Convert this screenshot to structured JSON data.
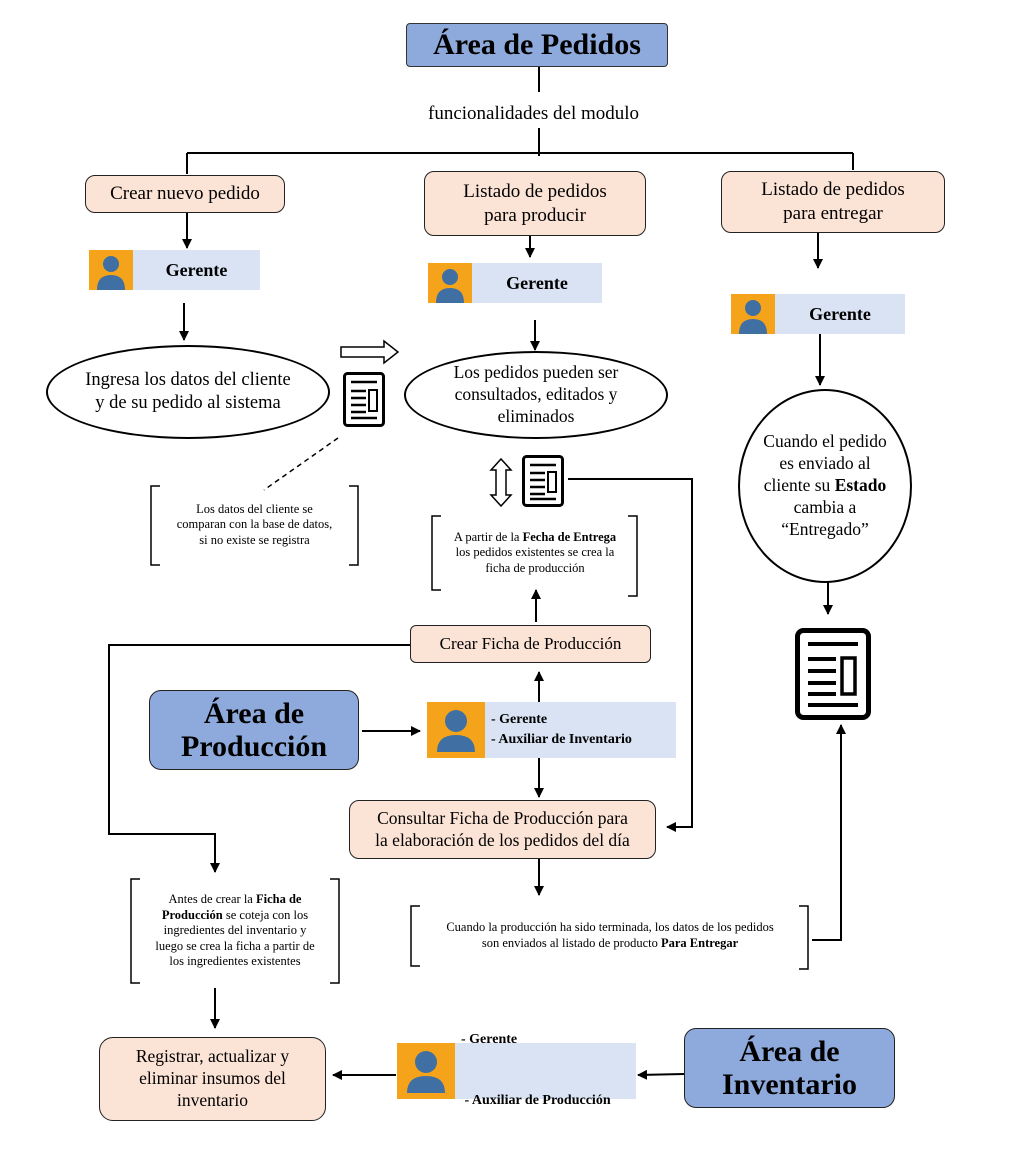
{
  "header": {
    "title": "Área de Pedidos",
    "subtitle": "funcionalidades del modulo"
  },
  "pedidos": {
    "crear": "Crear nuevo pedido",
    "listado_producir": "Listado de pedidos\npara producir",
    "listado_entregar": "Listado de pedidos\npara entregar"
  },
  "roles": {
    "gerente": "Gerente",
    "produccion_roles": [
      "- Gerente",
      "- Auxiliar de Inventario"
    ],
    "inventario_roles": [
      "- Gerente",
      " - Auxiliar de Producción"
    ]
  },
  "ellipses": {
    "ingresa": "Ingresa los datos del cliente\ny de su pedido al sistema",
    "consultados": "Los pedidos pueden ser\nconsultados, editados y\neliminados"
  },
  "circle": {
    "before": "Cuando el pedido\nes enviado al\ncliente su ",
    "bold": "Estado",
    "after": "\ncambia a\n“Entregado”"
  },
  "notes": {
    "datos_cliente": "Los datos del cliente se\ncomparan con la base de datos,\nsi no existe se registra",
    "fecha_entrega": {
      "before": "A partir de la ",
      "bold": "Fecha de Entrega",
      "after": "\nlos pedidos existentes se crea la\nficha de producción"
    },
    "antes_crear": {
      "before": "Antes de crear la ",
      "bold": "Ficha de\nProducción",
      "after": " se coteja con los\ningredientes del inventario y\nluego se crea la ficha a partir de\nlos ingredientes existentes"
    },
    "produccion_terminada": {
      "before": "Cuando la producción ha sido terminada, los datos de los pedidos\nson enviados al listado de producto ",
      "bold": "Para Entregar",
      "after": ""
    }
  },
  "produccion": {
    "area": "Área de\nProducción",
    "crear_ficha": "Crear Ficha de Producción",
    "consultar_ficha": "Consultar Ficha de Producción para\nla elaboración de los pedidos del día"
  },
  "inventario": {
    "area": "Área de\nInventario",
    "registrar": "Registrar, actualizar y\neliminar insumos del\ninventario"
  },
  "colors": {
    "peach": "#fbe3d6",
    "blue": "#8ea9db",
    "role_bg": "#dae3f3",
    "avatar_bg": "#f5a31a",
    "avatar_fg": "#3f6fa3"
  }
}
